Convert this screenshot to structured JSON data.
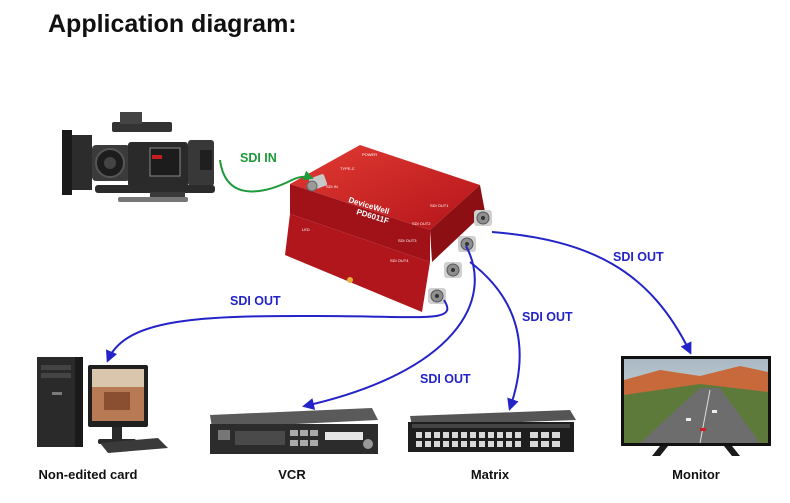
{
  "title": "Application diagram:",
  "device": {
    "brand": "DeviceWell",
    "model": "PD6011F",
    "port_labels": [
      "POWER",
      "TYPE-C",
      "SDI IN",
      "SDI OUT1",
      "SDI OUT2",
      "SDI OUT3",
      "SDI OUT4",
      "LED"
    ]
  },
  "connections": {
    "input": "SDI IN",
    "out_card": "SDI OUT",
    "out_vcr": "SDI OUT",
    "out_matrix": "SDI OUT",
    "out_monitor": "SDI OUT"
  },
  "devices": [
    {
      "name": "Non-edited card"
    },
    {
      "name": "VCR"
    },
    {
      "name": "Matrix"
    },
    {
      "name": "Monitor"
    }
  ],
  "colors": {
    "input_arrow": "#1d9a3a",
    "output_arrow": "#2323c8",
    "device_body": "#c81e1e"
  }
}
